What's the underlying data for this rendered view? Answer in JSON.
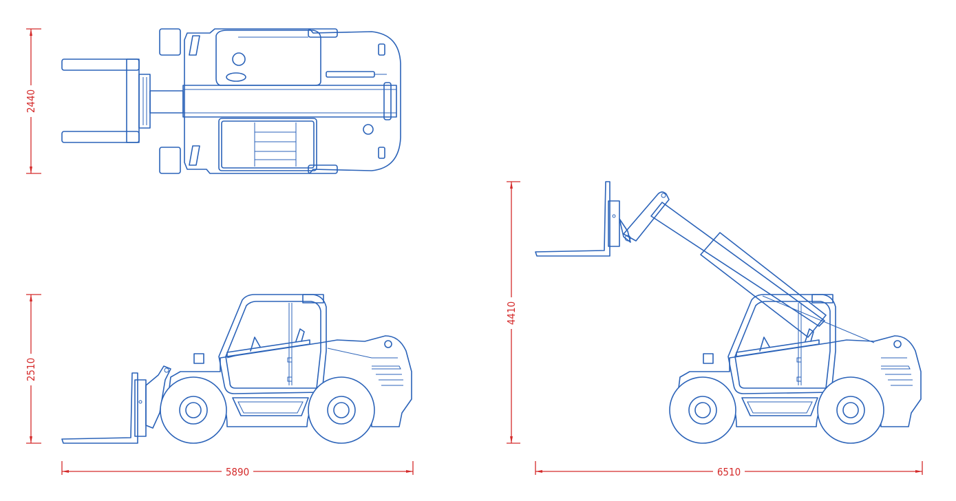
{
  "dimensions": {
    "top_width": "2440",
    "side_height": "2510",
    "side_length": "5890",
    "raised_height": "4410",
    "raised_length": "6510"
  },
  "colors": {
    "line": "#2a62b8",
    "dimension": "#d42a2a",
    "background": "#ffffff"
  }
}
